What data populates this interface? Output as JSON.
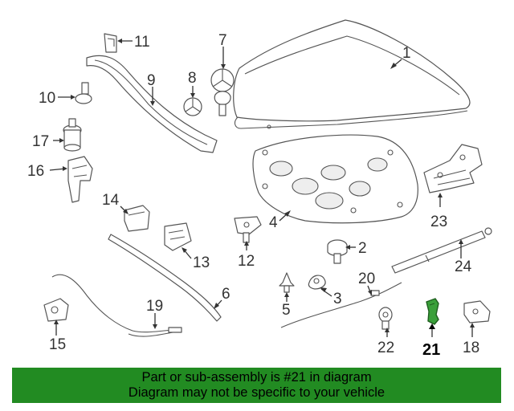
{
  "callouts": {
    "c1": "1",
    "c2": "2",
    "c3": "3",
    "c4": "4",
    "c5": "5",
    "c6": "6",
    "c7": "7",
    "c8": "8",
    "c9": "9",
    "c10": "10",
    "c11": "11",
    "c12": "12",
    "c13": "13",
    "c14": "14",
    "c15": "15",
    "c16": "16",
    "c17": "17",
    "c18": "18",
    "c19": "19",
    "c20": "20",
    "c21": "21",
    "c22": "22",
    "c23": "23",
    "c24": "24"
  },
  "highlight": {
    "color": "#3aa03a",
    "part": "21"
  },
  "banner": {
    "line1": "Part or sub-assembly is #21 in diagram",
    "line2": "Diagram may not be specific to your vehicle",
    "color": "#228B22"
  }
}
